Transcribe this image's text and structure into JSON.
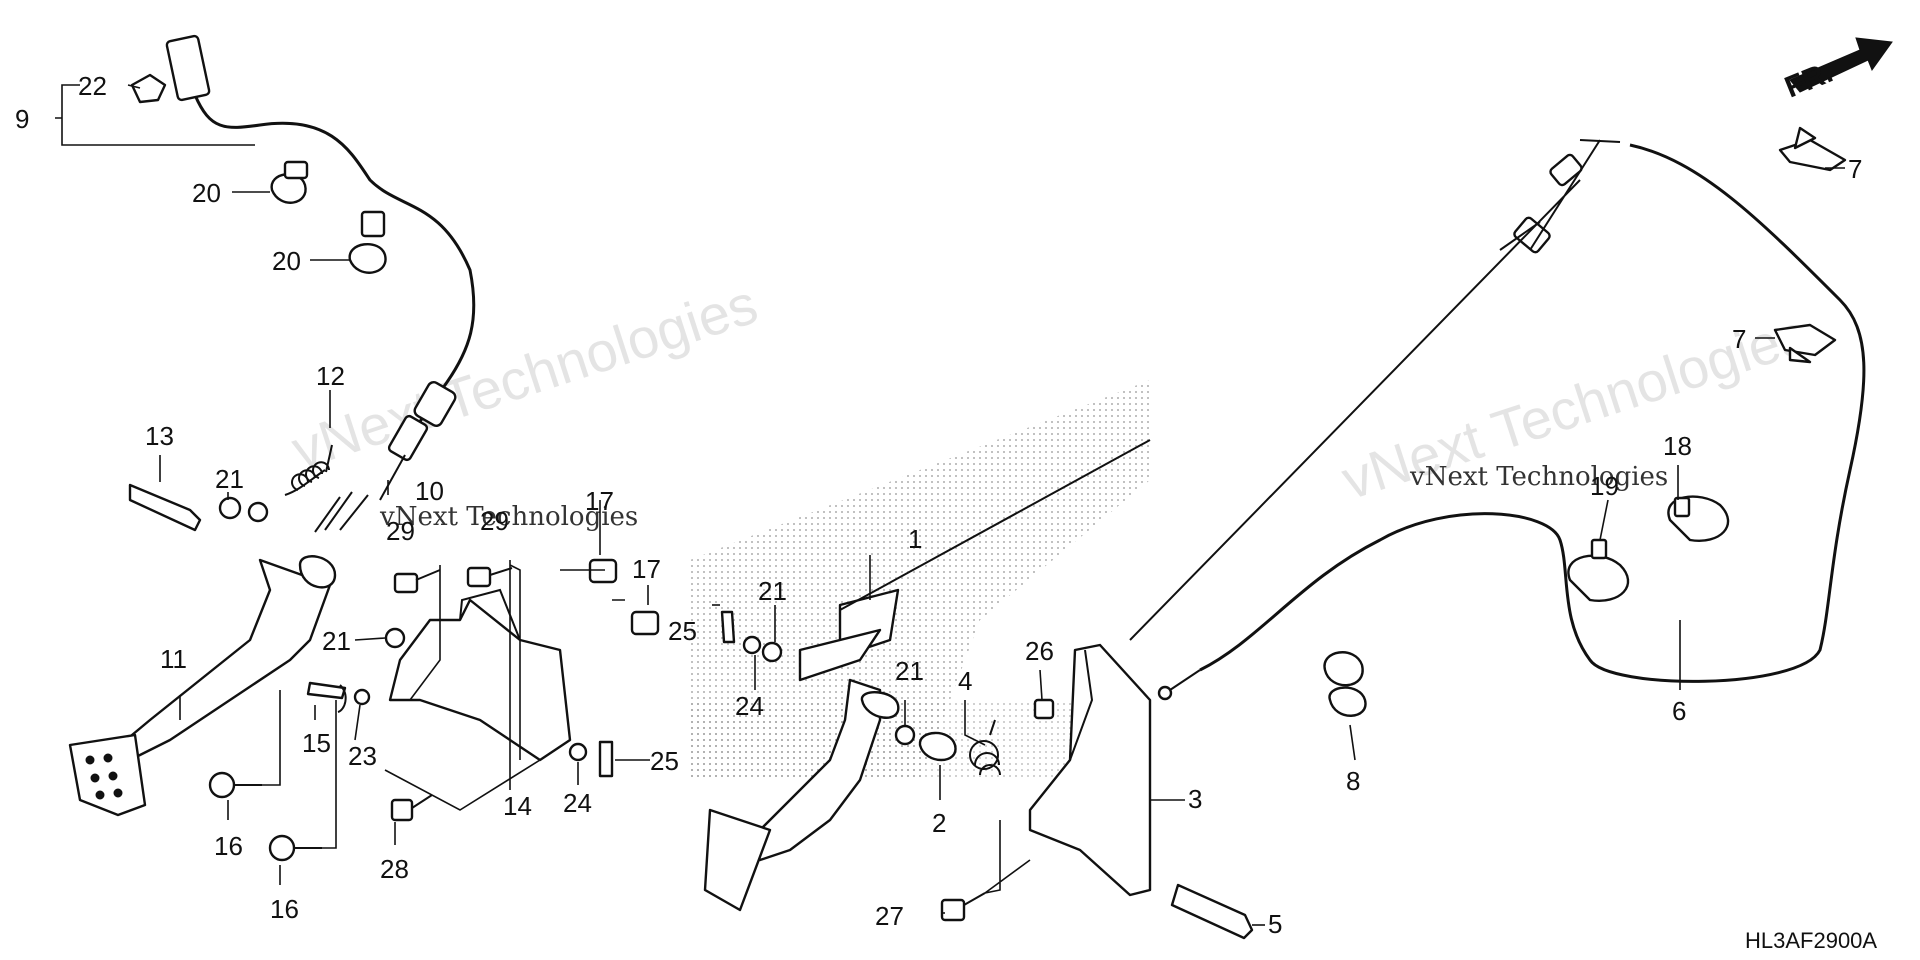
{
  "diagram": {
    "direction_label": "FR.",
    "diagram_code": "HL3AF2900A",
    "watermarks": [
      "vNext Technologies",
      "vNext Technologies",
      "vNext Technologies",
      "vNext Technologies"
    ],
    "callouts": [
      "1",
      "2",
      "3",
      "4",
      "5",
      "6",
      "7",
      "7",
      "8",
      "9",
      "10",
      "11",
      "12",
      "13",
      "14",
      "15",
      "16",
      "16",
      "17",
      "17",
      "18",
      "19",
      "20",
      "20",
      "21",
      "21",
      "21",
      "21",
      "22",
      "23",
      "24",
      "24",
      "25",
      "25",
      "26",
      "27",
      "28",
      "29",
      "29"
    ]
  }
}
